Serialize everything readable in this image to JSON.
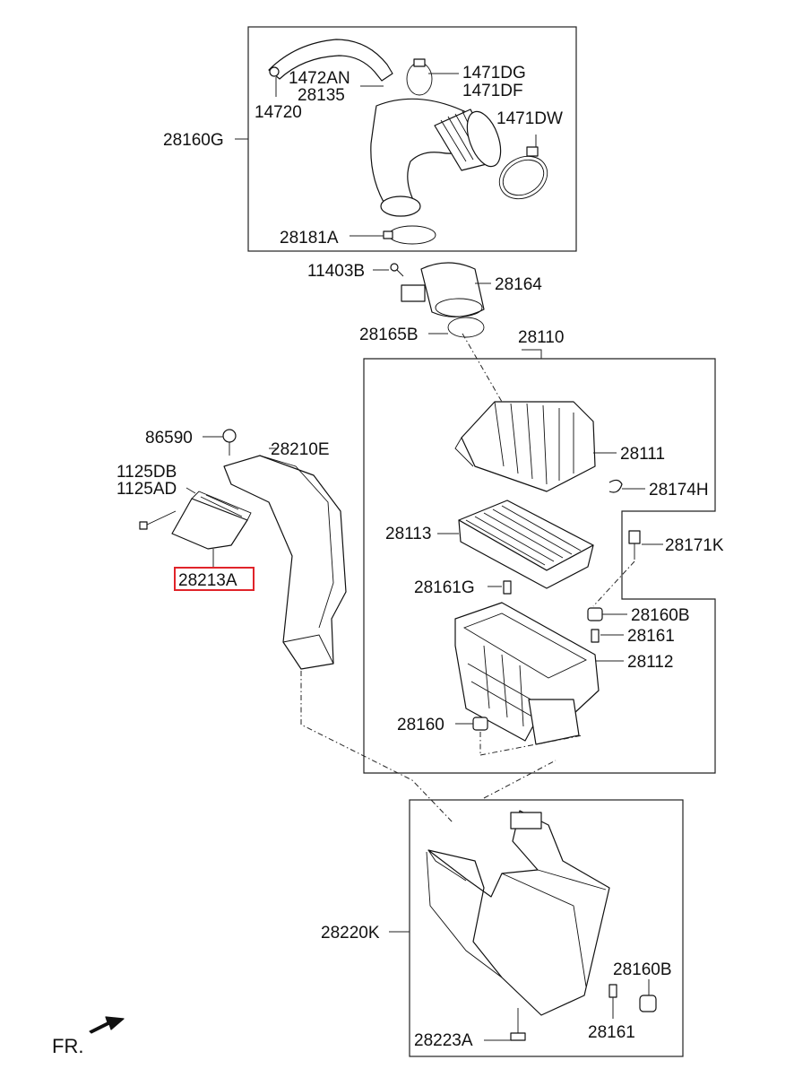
{
  "diagram": {
    "labels": {
      "p28160G": "28160G",
      "p1472AN": "1472AN",
      "p28135": "28135",
      "p14720": "14720",
      "p1471DG": "1471DG",
      "p1471DF": "1471DF",
      "p1471DW": "1471DW",
      "p28181A": "28181A",
      "p11403B": "11403B",
      "p28164": "28164",
      "p28165B": "28165B",
      "p28110": "28110",
      "p86590": "86590",
      "p28210E": "28210E",
      "p1125DB": "1125DB",
      "p1125AD": "1125AD",
      "p28213A": "28213A",
      "p28111": "28111",
      "p28174H": "28174H",
      "p28113": "28113",
      "p28171K": "28171K",
      "p28161G": "28161G",
      "p28160B": "28160B",
      "p28161": "28161",
      "p28112": "28112",
      "p28160": "28160",
      "p28220K": "28220K",
      "p28160B_2": "28160B",
      "p28161_2": "28161",
      "p28223A": "28223A",
      "front": "FR."
    },
    "highlighted_part": "28213A",
    "highlight_color": "#e0242a",
    "icons": [
      "front-direction-arrow-icon"
    ]
  }
}
